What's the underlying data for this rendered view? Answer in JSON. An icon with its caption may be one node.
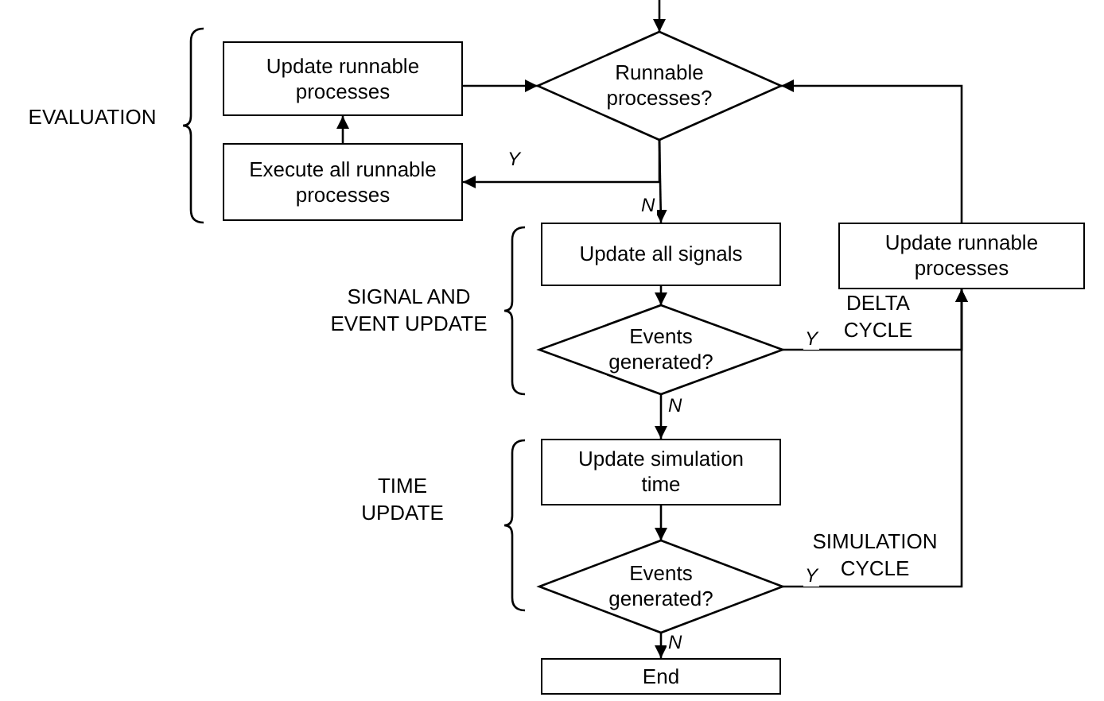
{
  "diagram": {
    "nodes": [
      {
        "text": [
          "Runnable processes?"
        ]
      },
      {
        "text": [
          "Update runnable processes"
        ]
      },
      {
        "text": [
          "Execute all runnable processes"
        ]
      },
      {
        "text": [
          "Update all signals"
        ]
      },
      {
        "text": [
          "Events generated?"
        ]
      },
      {
        "text": [
          "Update runnable processes"
        ]
      },
      {
        "text": [
          "Update simulation time"
        ]
      },
      {
        "text": [
          "Events generated?"
        ]
      },
      {
        "text": [
          "End"
        ]
      }
    ],
    "edges": [
      {
        "from": null,
        "to": 0,
        "arrow": "to"
      },
      {
        "from": 1,
        "to": 0,
        "arrow": "to"
      },
      {
        "from": 0,
        "to": 2,
        "arrow": "to",
        "label": "Y"
      },
      {
        "from": 2,
        "to": 1,
        "arrow": "to"
      },
      {
        "from": 0,
        "to": 3,
        "arrow": "to",
        "label": "N"
      },
      {
        "from": 3,
        "to": 4,
        "arrow": "to"
      },
      {
        "from": 4,
        "to": 5,
        "arrow": "to",
        "label": "Y"
      },
      {
        "from": 5,
        "to": 0,
        "arrow": "to"
      },
      {
        "from": 4,
        "to": 6,
        "arrow": "to",
        "label": "N"
      },
      {
        "from": 6,
        "to": 7,
        "arrow": "to"
      },
      {
        "from": 7,
        "to": 5,
        "arrow": "to",
        "label": "Y"
      },
      {
        "from": 7,
        "to": 8,
        "arrow": "to",
        "label": "N"
      }
    ],
    "labels": [
      "EVALUATION",
      "SIGNAL AND EVENT UPDATE",
      "TIME UPDATE",
      "DELTA CYCLE",
      "SIMULATION CYCLE"
    ]
  }
}
